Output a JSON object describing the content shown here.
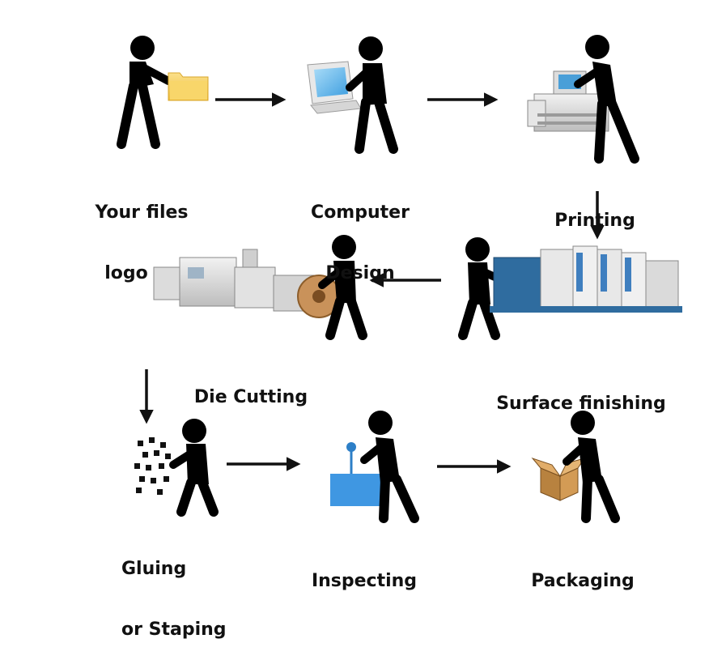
{
  "steps": {
    "files": {
      "line1": "Your files",
      "line2": "logo"
    },
    "computer": {
      "line1": "Computer",
      "line2": "Design"
    },
    "printing": {
      "line1": "Printing"
    },
    "surface": {
      "line1": "Surface finishing"
    },
    "die": {
      "line1": "Die Cutting"
    },
    "gluing": {
      "line1": "Gluing",
      "line2": "or Staping"
    },
    "inspecting": {
      "line1": "Inspecting"
    },
    "packaging": {
      "line1": "Packaging"
    }
  },
  "colors": {
    "figure": "#000000",
    "arrow": "#111111",
    "folder": "#f3c94e",
    "monitor_screen": "#5ab3e8",
    "inspect_box": "#3f97e2",
    "carton": "#c9914d",
    "press_blue": "#2f6c9f"
  },
  "icons": [
    "folder-icon",
    "computer-icon",
    "printer-icon",
    "printing-press-icon",
    "die-cutting-machine-icon",
    "glue-dots-icon",
    "inspection-box-icon",
    "cardboard-box-icon"
  ]
}
